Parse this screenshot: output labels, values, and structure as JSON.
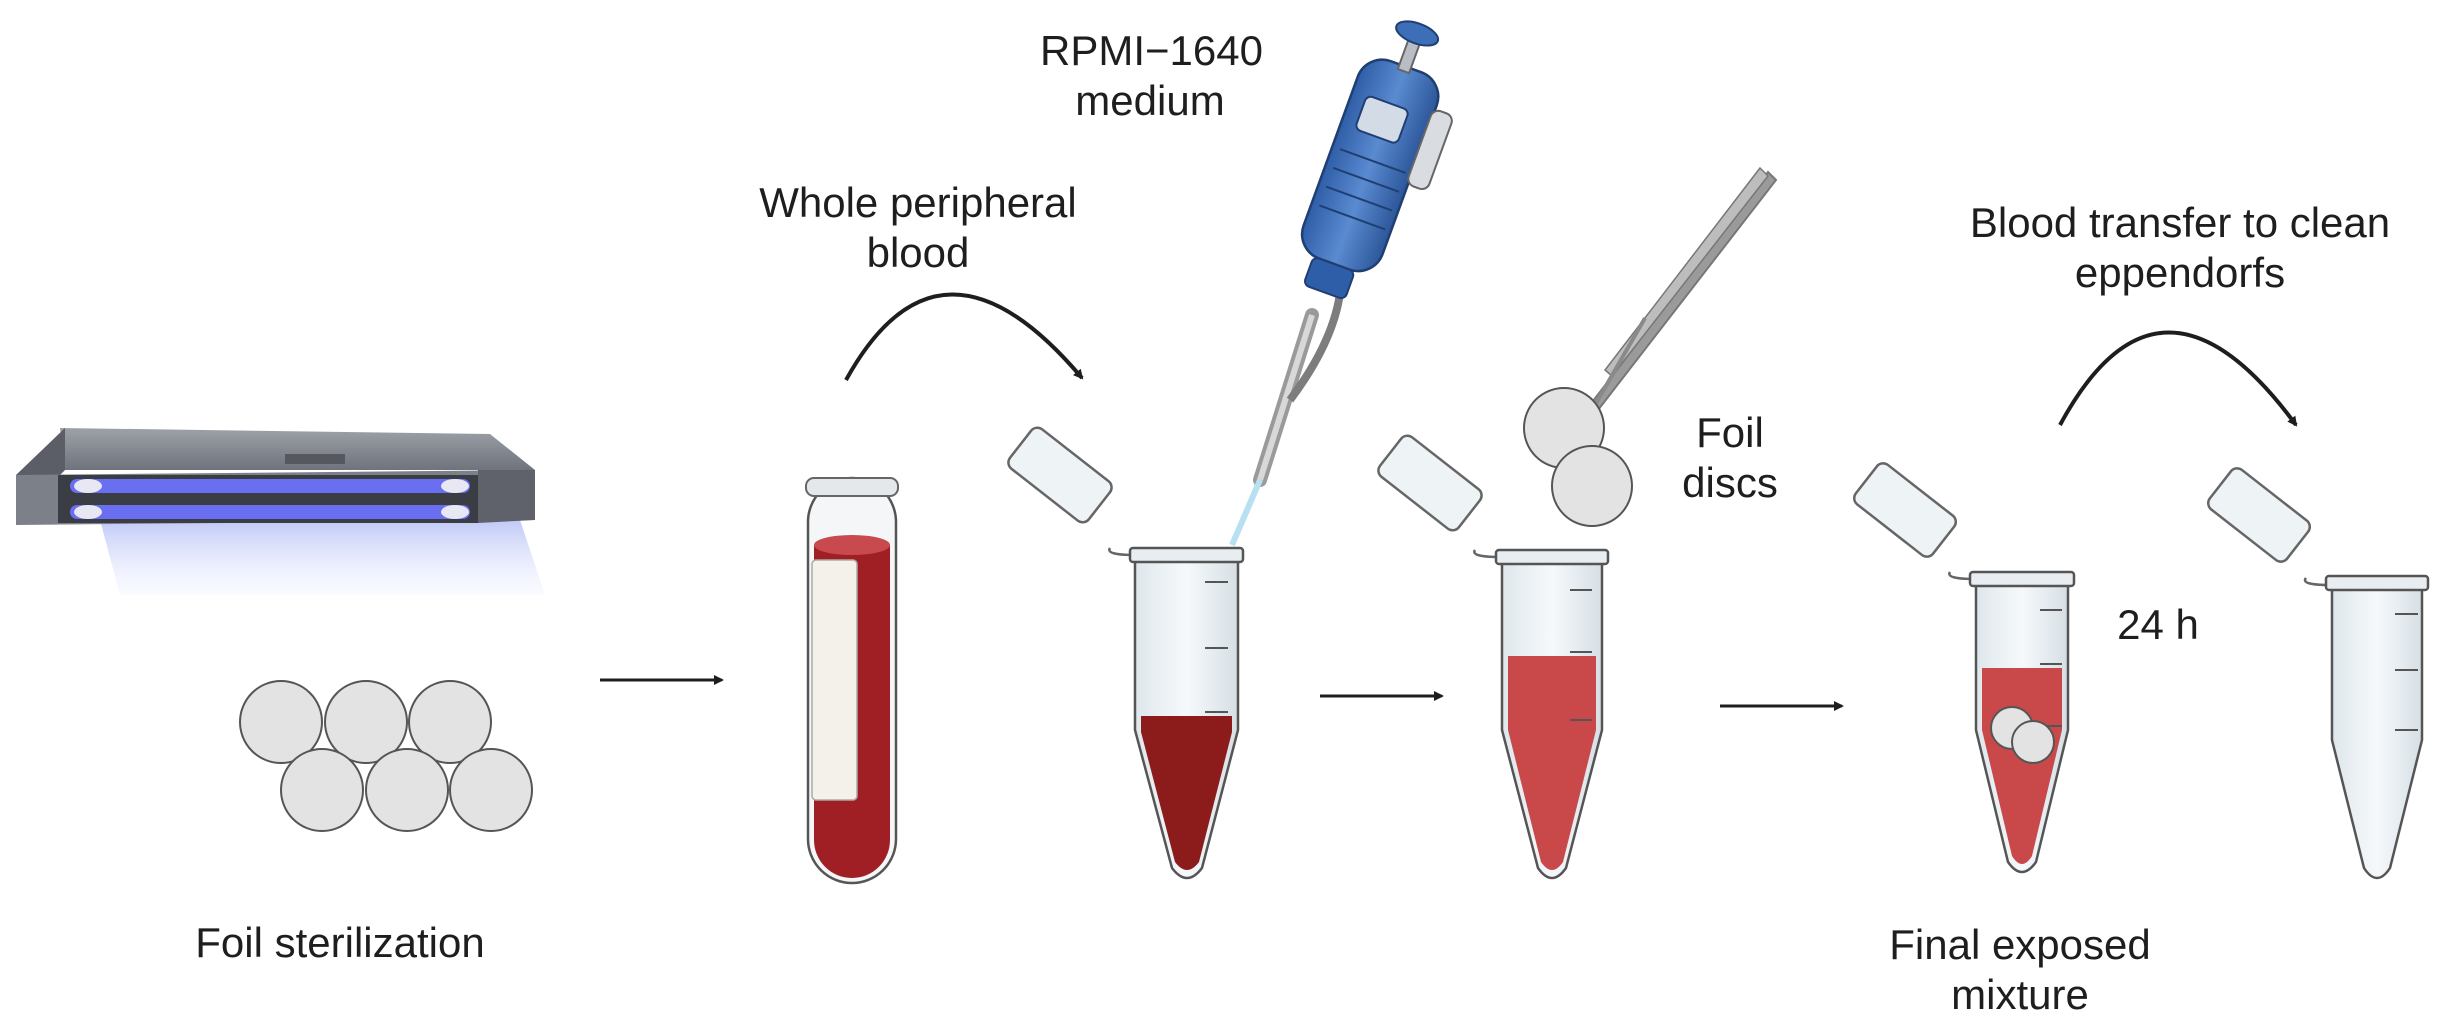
{
  "labels": {
    "foil_sterilization": "Foil sterilization",
    "whole_blood_line1": "Whole peripheral",
    "whole_blood_line2": "blood",
    "rpmi_line1": "RPMI−1640",
    "rpmi_line2": "medium",
    "foil_discs_line1": "Foil",
    "foil_discs_line2": "discs",
    "blood_transfer_line1": "Blood transfer to clean",
    "blood_transfer_line2": "eppendorfs",
    "time": "24 h",
    "final_line1": "Final exposed",
    "final_line2": "mixture"
  },
  "colors": {
    "uv_light": "#5a5ae6",
    "lamp_body": "#8a8d95",
    "foil": "#e3e3e3",
    "blood_dark": "#8c1c1c",
    "blood_diluted": "#c9494a",
    "pipette_blue": "#3d6fb8",
    "tube_glass": "#eef3f6",
    "arrow": "#1e1e1e"
  },
  "icons": [
    "uv-lamp-icon",
    "foil-disc-icon",
    "blood-tube-icon",
    "pipette-icon",
    "tweezers-icon",
    "eppendorf-tube-icon"
  ]
}
